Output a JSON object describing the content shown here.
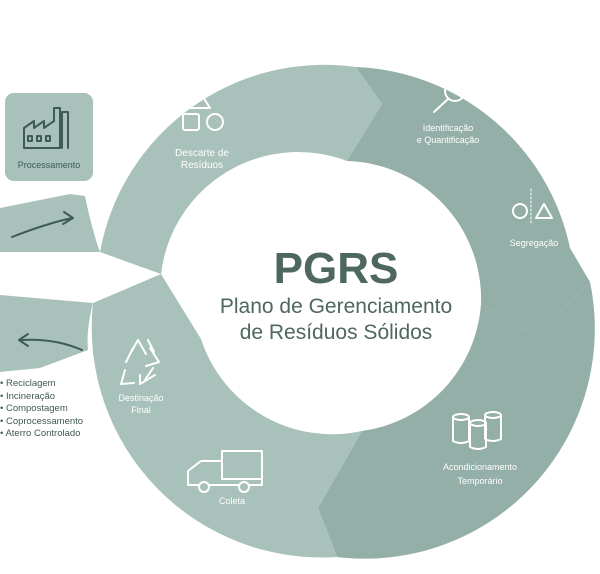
{
  "diagram": {
    "title": "PGRS",
    "subtitle_line1": "Plano de Gerenciamento",
    "subtitle_line2": "de Resíduos Sólidos",
    "colors": {
      "ring_left": "#a9c1bb",
      "ring_right": "#94aea8",
      "text_dark": "#4e6761",
      "icon_dark": "#3f5a54"
    },
    "stages": {
      "descarte_line1": "Descarte de",
      "descarte_line2": "Resíduos",
      "identificacao_line1": "Identificação",
      "identificacao_line2": "e Quantificação",
      "segregacao": "Segregação",
      "acondicionamento_line1": "Acondicionamento",
      "acondicionamento_line2": "Temporário",
      "coleta": "Coleta",
      "destinacao_line1": "Destinação",
      "destinacao_line2": "Final"
    },
    "processamento": "Processamento",
    "destination_options": [
      "Reciclagem",
      "Incineração",
      "Compostagem",
      "Coprocessamento",
      "Aterro Controlado"
    ]
  }
}
